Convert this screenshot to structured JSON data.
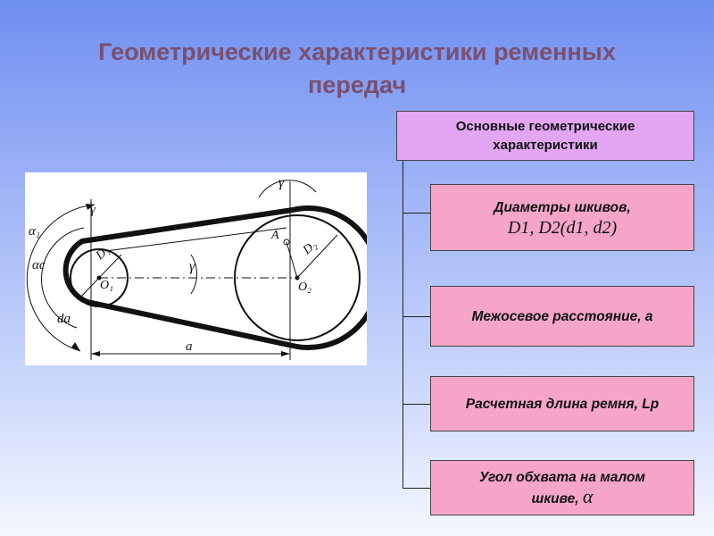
{
  "title": {
    "line1": "Геометрические характеристики ременных",
    "line2": "передач"
  },
  "diagram": {
    "labels": {
      "alpha1": "α₁",
      "alpha_c": "αс",
      "d_a": "dа",
      "d1": "D₁",
      "o1": "O₁",
      "gamma_left": "γ",
      "gamma_mid": "γ",
      "gamma_top": "γ",
      "point_a": "A",
      "d2": "D₂",
      "o2": "O₂",
      "axle_distance": "a"
    }
  },
  "scheme": {
    "header": {
      "line1": "Основные геометрические",
      "line2": "характеристики"
    },
    "items": [
      {
        "label": "Диаметры шкивов,",
        "formula": "D1, D2(d1, d2)"
      },
      {
        "label": "Межосевое расстояние, a"
      },
      {
        "label": "Расчетная длина ремня, Lp"
      },
      {
        "label_line1": "Угол обхвата на малом",
        "label_line2": "шкиве,",
        "symbol": "α"
      }
    ]
  },
  "colors": {
    "title": "#7a4f6f",
    "header_box": "#e2a6f2",
    "item_box": "#f5a6c8"
  }
}
